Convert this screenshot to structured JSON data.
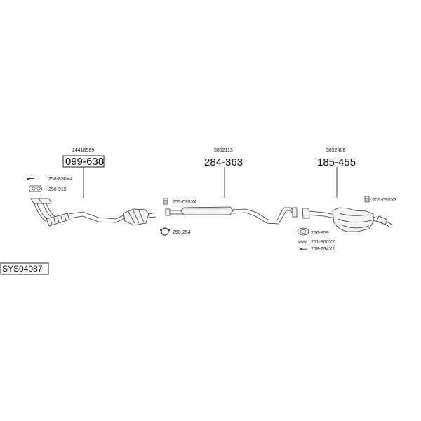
{
  "system_id": "SYS04087",
  "sections": [
    {
      "oem_number": "24418589",
      "part_number": "099-638",
      "boxed": true
    },
    {
      "oem_number": "5852113",
      "part_number": "284-363",
      "boxed": false
    },
    {
      "oem_number": "5852408",
      "part_number": "185-455",
      "boxed": false
    }
  ],
  "accessories": [
    {
      "label": "258-830X4",
      "icon": "bolt-icon"
    },
    {
      "label": "256-919",
      "icon": "gasket-icon"
    },
    {
      "label": "255-095X4",
      "icon": "clamp-icon"
    },
    {
      "label": "250-254",
      "icon": "ring-clamp-icon"
    },
    {
      "label": "255-095X3",
      "icon": "clamp-icon"
    },
    {
      "label": "256-859",
      "icon": "sealing-ring-icon"
    },
    {
      "label": "251-860X2",
      "icon": "spring-icon"
    },
    {
      "label": "258-794X2",
      "icon": "bolt-icon"
    }
  ]
}
